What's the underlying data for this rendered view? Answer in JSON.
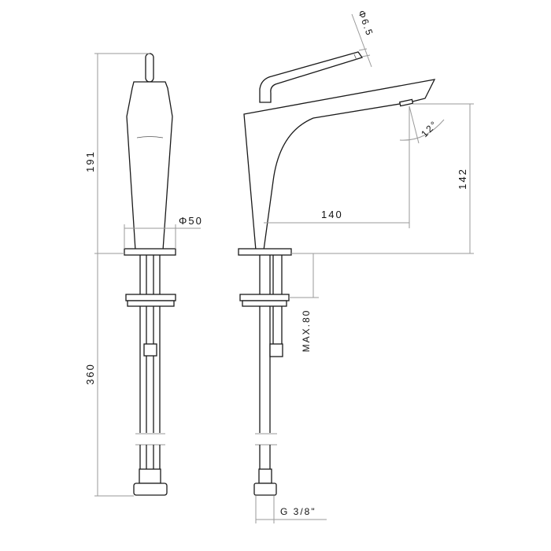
{
  "drawing": {
    "title": "Basin mixer technical drawing",
    "colors": {
      "line": "#1a1a1a",
      "dimension": "#9a9a9a",
      "background": "#ffffff"
    },
    "dimensions": {
      "total_height": "191",
      "base_diameter": "Φ50",
      "hose_length": "360",
      "spout_reach": "140",
      "spout_height": "142",
      "spout_angle": "12°",
      "handle_diameter": "Φ6.5",
      "max_deck_thickness": "MAX.80",
      "connection_thread": "G 3/8\""
    },
    "views": [
      "front-view",
      "side-view"
    ]
  }
}
